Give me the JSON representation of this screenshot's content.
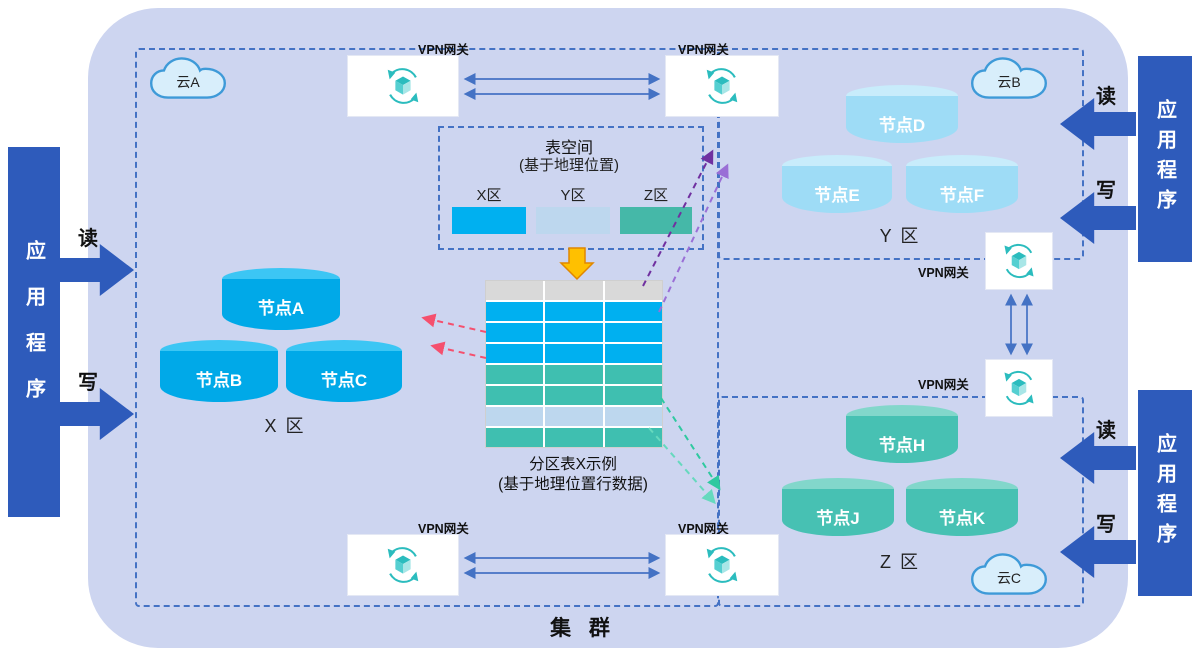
{
  "cluster": {
    "label": "集 群"
  },
  "apps": {
    "label": "应用程序",
    "read_label": "读",
    "write_label": "写"
  },
  "vpn": {
    "gateway_label": "VPN网关"
  },
  "clouds": [
    {
      "name": "云A",
      "zone": "X 区",
      "nodes": [
        "节点A",
        "节点B",
        "节点C"
      ]
    },
    {
      "name": "云B",
      "zone": "Y 区",
      "nodes": [
        "节点D",
        "节点E",
        "节点F"
      ]
    },
    {
      "name": "云C",
      "zone": "Z 区",
      "nodes": [
        "节点H",
        "节点J",
        "节点K"
      ]
    }
  ],
  "tablespace": {
    "title": "表空间",
    "subtitle": "(基于地理位置)",
    "zones": [
      {
        "label": "X区",
        "color": "#00b0f0"
      },
      {
        "label": "Y区",
        "color": "#bdd7ee"
      },
      {
        "label": "Z区",
        "color": "#45b8a8"
      }
    ]
  },
  "partition_table": {
    "caption_line1": "分区表X示例",
    "caption_line2": "(基于地理位置行数据)",
    "columns": 3,
    "row_colors": [
      "#d9d9d9",
      "#00b0f0",
      "#00b0f0",
      "#00b0f0",
      "#3fbfb0",
      "#3fbfb0",
      "#bdd7ee",
      "#3fbfb0"
    ]
  },
  "colors": {
    "cluster_bg": "#cdd5f0",
    "dashed_border": "#4472c4",
    "app_blue": "#2e5bbb",
    "link_blue": "#4472c4",
    "vpn_teal": "#2bbcbe",
    "node_x_body": "#00a9e8",
    "node_x_top": "#3cc6f4",
    "node_y_body": "#9edcf6",
    "node_y_top": "#c8ecfb",
    "node_z_body": "#47c1b3",
    "node_z_top": "#82d7cb",
    "arrow_orange": "#ffc000",
    "dash_red": "#f5506e",
    "dash_purple": "#7030a0",
    "dash_purple_light": "#9a6fd6",
    "dash_green": "#2fc9a0",
    "dash_green_light": "#66d9be"
  }
}
